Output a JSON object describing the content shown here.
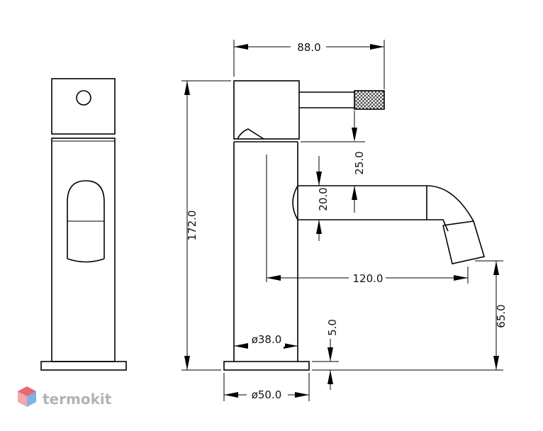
{
  "dimensions": {
    "width_top": "88.0",
    "height_total": "172.0",
    "lever_gap": "25.0",
    "spout_diameter": "20.0",
    "spout_reach": "120.0",
    "spout_height": "65.0",
    "body_diameter": "ø38.0",
    "base_thickness": "5.0",
    "base_diameter": "ø50.0"
  },
  "brand": {
    "name": "termokit",
    "colors": [
      "#e86a6f",
      "#7fb3e6",
      "#f2a9ad"
    ]
  },
  "colors": {
    "line": "#000000",
    "dim_text": "#111111",
    "brand_text": "#aeb4bb"
  }
}
